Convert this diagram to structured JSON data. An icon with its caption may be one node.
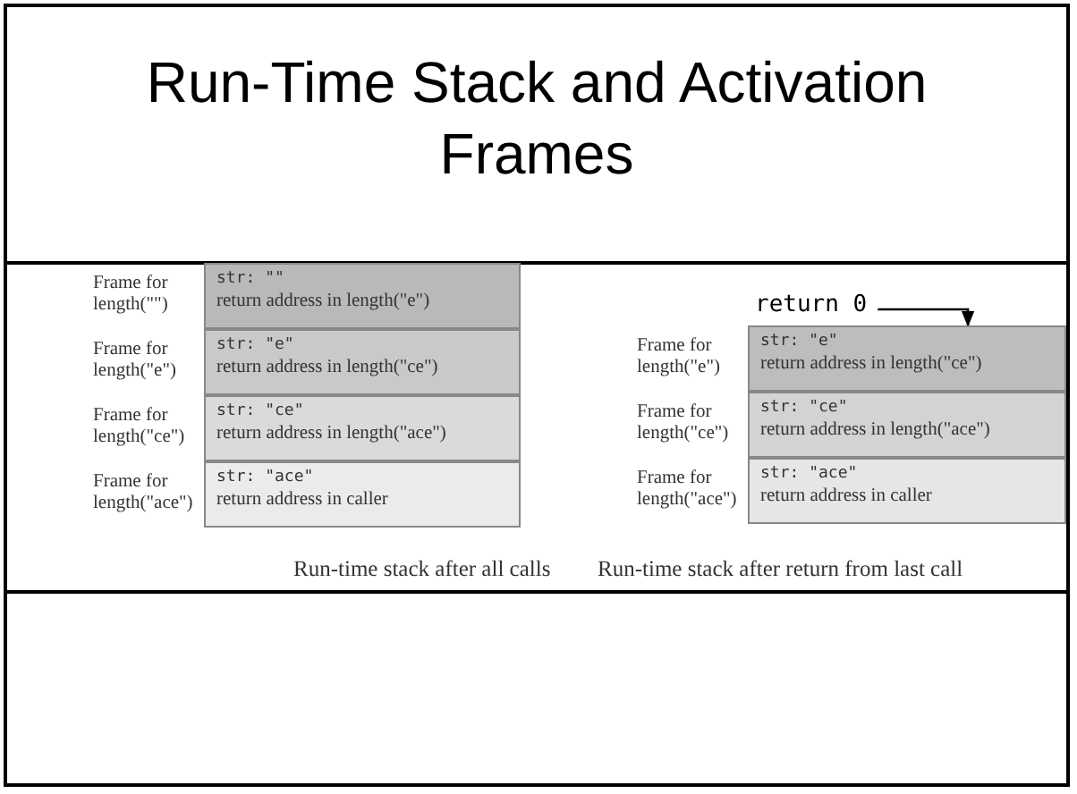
{
  "diagram": {
    "title": "Run-Time Stack and Activation Frames",
    "nodes": [
      {
        "text": [
          "str: \"\"",
          "return address in length(\"e\")"
        ],
        "beside": [
          "Frame for length(\"\")"
        ]
      },
      {
        "text": [
          "str: \"e\"",
          "return address in length(\"ce\")"
        ],
        "beside": [
          "Frame for length(\"e\")"
        ]
      },
      {
        "text": [
          "str: \"ce\"",
          "return address in length(\"ace\")"
        ],
        "beside": [
          "Frame for length(\"ce\")"
        ]
      },
      {
        "text": [
          "str: \"ace\"",
          "return address in caller"
        ],
        "beside": [
          "Frame for length(\"ace\")"
        ]
      },
      {
        "text": [
          "return 0"
        ]
      },
      {
        "text": [
          "str: \"e\"",
          "return address in length(\"ce\")"
        ],
        "beside": [
          "Frame for length(\"e\")"
        ]
      },
      {
        "text": [
          "str: \"ce\"",
          "return address in length(\"ace\")"
        ],
        "beside": [
          "Frame for length(\"ce\")"
        ]
      },
      {
        "text": [
          "str: \"ace\"",
          "return address in caller"
        ],
        "beside": [
          "Frame for length(\"ace\")"
        ]
      }
    ],
    "edges": [
      {
        "from": 4,
        "to": 5,
        "arrow": "to"
      }
    ],
    "labels": [
      "Run-time stack after all calls",
      "Run-time stack after return from last call"
    ]
  }
}
